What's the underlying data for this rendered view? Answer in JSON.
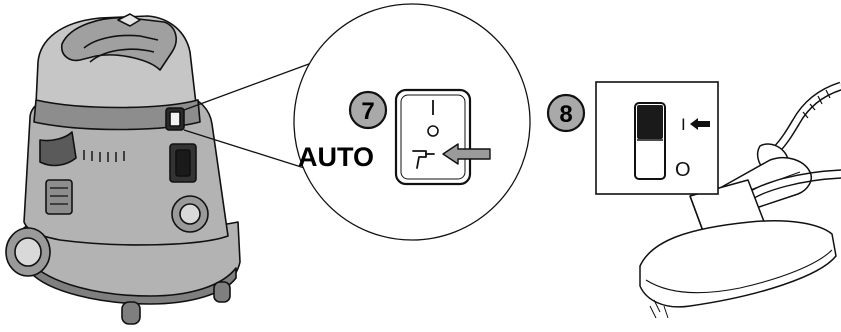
{
  "steps": [
    {
      "number": "7",
      "label": "AUTO"
    },
    {
      "number": "8"
    }
  ],
  "switch_symbols": {
    "on": "I",
    "off": "O"
  },
  "colors": {
    "line": "#111111",
    "appliance_body": "#b3b3b3",
    "appliance_shadow": "#7f7f7f",
    "step_badge": "#a9a9a9",
    "arrow_fill": "#9a9a9a",
    "rocker_top": "#1a1a1a"
  },
  "icons": [
    "vacuum-cleaner-illustration",
    "power-tool-icon",
    "pointer-arrow-icon",
    "floor-nozzle-illustration"
  ]
}
